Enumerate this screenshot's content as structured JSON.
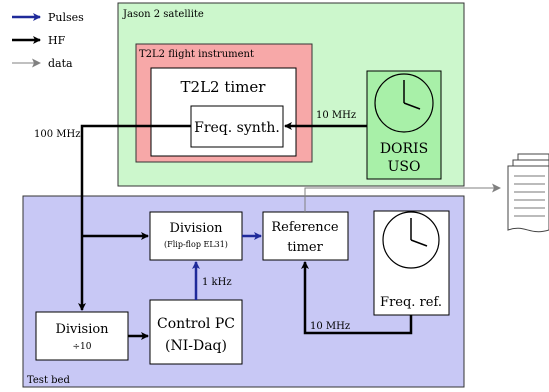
{
  "legend": {
    "pulses": "Pulses",
    "hf": "HF",
    "data": "data"
  },
  "satellite": {
    "title": "Jason 2 satellite",
    "flight_instrument": "T2L2 flight instrument",
    "timer": "T2L2 timer",
    "freq_synth": "Freq. synth.",
    "doris_line1": "DORIS",
    "doris_line2": "USO",
    "link_10mhz": "10 MHz"
  },
  "testbed": {
    "title": "Test bed",
    "link_100mhz": "100 MHz",
    "division_flipflop": "Division",
    "division_flipflop_sub": "(Flip-flop EL31)",
    "reference_timer_line1": "Reference",
    "reference_timer_line2": "timer",
    "freq_ref": "Freq. ref.",
    "link_1khz": "1 kHz",
    "division10": "Division",
    "division10_sub": "÷10",
    "control_pc_line1": "Control PC",
    "control_pc_line2": "(NI-Daq)",
    "link_10mhz_ref": "10 MHz"
  },
  "colors": {
    "pulses": "#1f2a9a",
    "hf": "#000000",
    "data": "#808080",
    "satellite_bg": "#ccf7cc",
    "instrument_bg": "#f7a8a8",
    "testbed_bg": "#c8c8f5",
    "doris_bg": "#a8f0a8"
  },
  "icons": [
    "clock-icon",
    "document-stack-icon"
  ]
}
